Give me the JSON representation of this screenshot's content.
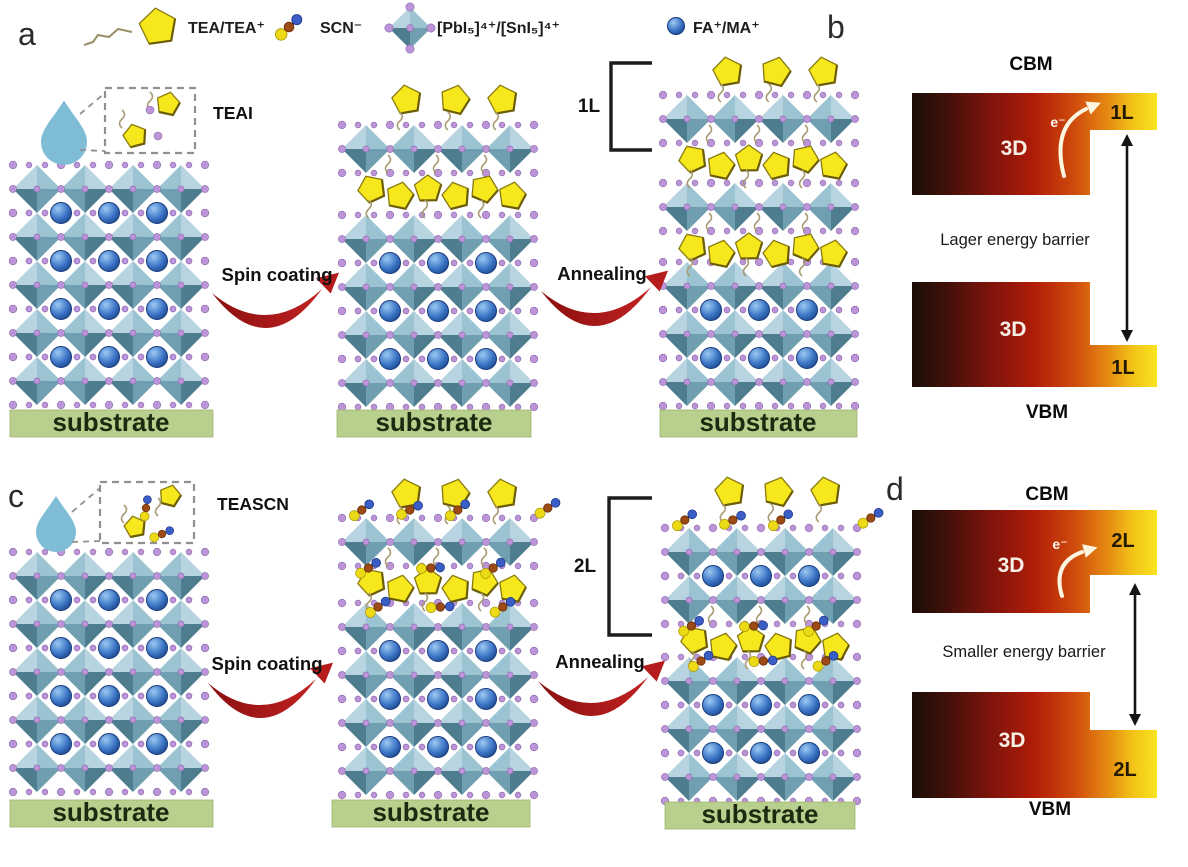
{
  "substrate_label": "substrate",
  "legend": {
    "items": [
      {
        "icon": "tea-pentagon-icon",
        "label": "TEA/TEA⁺"
      },
      {
        "icon": "scn-molecule-icon",
        "label": "SCN⁻"
      },
      {
        "icon": "octahedron-icon",
        "label": "[PbI₅]⁴⁺/[SnI₅]⁴⁺"
      },
      {
        "icon": "cation-sphere-icon",
        "label": "FA⁺/MA⁺"
      }
    ]
  },
  "panel_a": {
    "letter": "a",
    "precursor": "TEAI",
    "step1": "Spin coating",
    "step2": "Annealing",
    "layer_bracket": "1L"
  },
  "panel_b": {
    "letter": "b",
    "cbm": "CBM",
    "vbm": "VBM",
    "bulk3d": "3D",
    "layer": "1L",
    "electron": "e⁻",
    "barrier": "Lager energy barrier"
  },
  "panel_c": {
    "letter": "c",
    "precursor": "TEASCN",
    "step1": "Spin coating",
    "step2": "Annealing",
    "layer_bracket": "2L"
  },
  "panel_d": {
    "letter": "d",
    "cbm": "CBM",
    "vbm": "VBM",
    "bulk3d": "3D",
    "layer": "2L",
    "electron": "e⁻",
    "barrier": "Smaller energy barrier"
  },
  "colors": {
    "octahedron_light": "#b7d4e0",
    "octahedron_mid": "#9cc3d1",
    "octahedron_dark": "#4e7d90",
    "octahedron_shade": "#6f9fb0",
    "iodide_purple": "#bb95d8",
    "iodide_edge": "#8d68ad",
    "cation_blue": "#3a74c4",
    "tea_yellow": "#f6e81c",
    "tea_edge": "#8a7a10",
    "scn_sulfur": "#ecda16",
    "scn_carbon": "#9c4a16",
    "scn_nitrogen": "#3a5ec6",
    "substrate_green": "#b9cf8e",
    "arrow_red": "#a31515",
    "droplet_blue": "#7fbdd6",
    "band_gradient": [
      "#1b0d07",
      "#7e140b",
      "#b01c08",
      "#cf4a0c",
      "#e58a12",
      "#f9e41f"
    ]
  }
}
